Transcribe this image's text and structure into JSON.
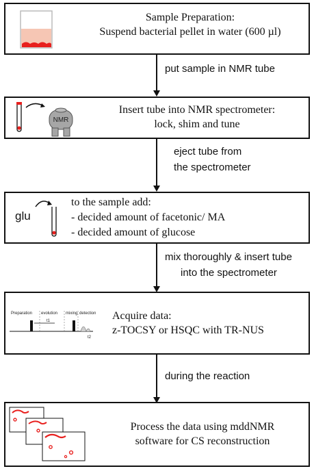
{
  "steps": [
    {
      "line1": "Sample Preparation:",
      "line2": "Suspend bacterial pellet in water (600 µl)"
    },
    {
      "line1": "Insert tube into NMR spectrometer:",
      "line2": "lock, shim and tune",
      "icon_text": "NMR"
    },
    {
      "line1": "to the sample add:",
      "line2": "- decided amount of facetonic/ MA",
      "line3": "- decided amount of glucose",
      "icon_text": "glu"
    },
    {
      "line1": "Acquire data:",
      "line2": "z-TOCSY or HSQC with  TR-NUS",
      "pulse_labels": {
        "preparation": "Preparation",
        "evolution": "evolution",
        "mixing": "mixing",
        "detection": "detection",
        "t1": "t1",
        "t2": "t2"
      }
    },
    {
      "line1": "Process the data using mddNMR",
      "line2": "software for CS reconstruction"
    }
  ],
  "transitions": [
    {
      "line1": "put sample in NMR tube"
    },
    {
      "line1": "eject tube from",
      "line2": "the spectrometer"
    },
    {
      "line1": "mix thoroughly & insert tube",
      "line2": "into the spectrometer"
    },
    {
      "line1": "during the reaction"
    }
  ],
  "colors": {
    "sample": "#e8201e",
    "liquid": "#f6c6b4",
    "outline": "#111111",
    "magnet": "#9a9a9a"
  }
}
